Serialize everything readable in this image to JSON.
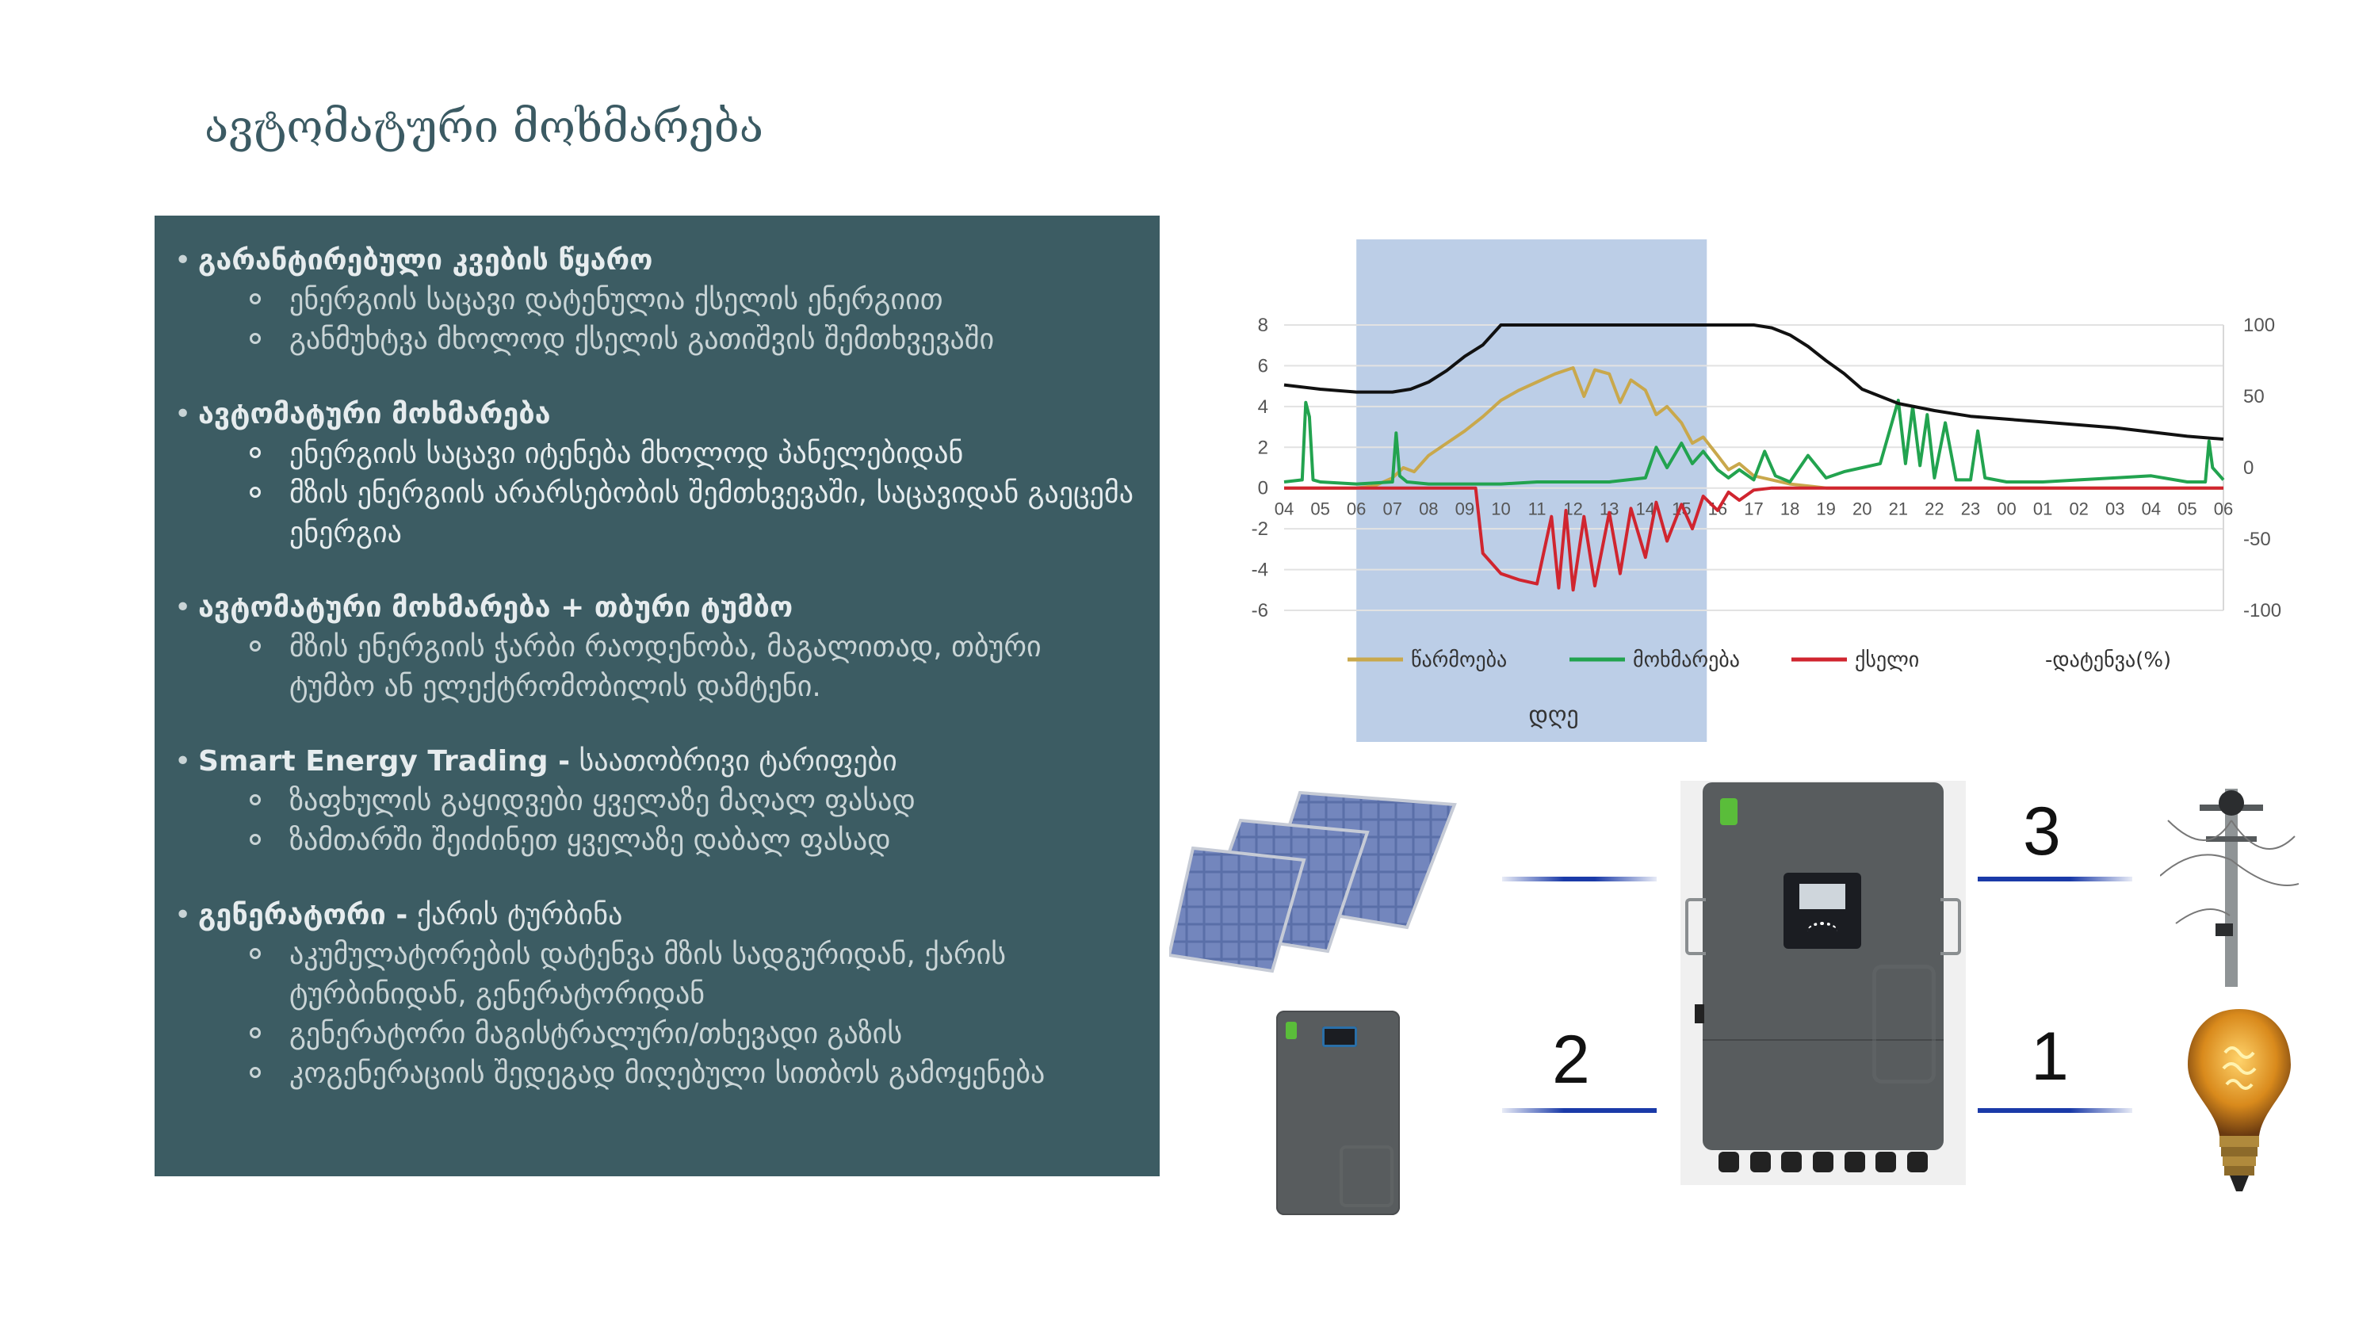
{
  "slide": {
    "title": "ავტომატური მოხმარება"
  },
  "panel": {
    "sections": [
      {
        "heading": "გარანტირებული კვების წყარო",
        "heading_rest": "",
        "items": [
          "ენერგიის საცავი დატენულია ქსელის ენერგიით",
          "განმუხტვა მხოლოდ ქსელის გათიშვის შემთხვევაში"
        ]
      },
      {
        "heading": "ავტომატური მოხმარება",
        "heading_rest": "",
        "items": [
          "ენერგიის საცავი იტენება მხოლოდ პანელებიდან",
          "მზის ენერგიის არარსებობის შემთხვევაში, საცავიდან გაეცემა ენერგია"
        ]
      },
      {
        "heading": "ავტომატური მოხმარება + თბური ტუმბო",
        "heading_rest": "",
        "items": [
          "მზის ენერგიის ჭარბი რაოდენობა, მაგალითად, თბური ტუმბო ან ელექტრომობილის დამტენი."
        ]
      },
      {
        "heading": "Smart Energy Trading -",
        "heading_rest": " საათობრივი ტარიფები",
        "items": [
          "ზაფხულის გაყიდვები ყველაზე მაღალ ფასად",
          "ზამთარში შეიძინეთ ყველაზე დაბალ ფასად"
        ]
      },
      {
        "heading": "გენერატორი -",
        "heading_rest": " ქარის ტურბინა",
        "items": [
          "აკუმულატორების დატენვა მზის სადგურიდან, ქარის ტურბინიდან, გენერატორიდან",
          "გენერატორი მაგისტრალური/თხევადი გაზის",
          "კოგენერაციის შედეგად მიღებული სითბოს გამოყენება"
        ]
      }
    ]
  },
  "diagram": {
    "labels": [
      "3",
      "2",
      "1"
    ],
    "icons": [
      "solar-panels-icon",
      "battery-icon",
      "inverter-icon",
      "power-pole-icon",
      "light-bulb-icon"
    ],
    "wire_color": "#1a3aa8"
  },
  "chart_data": {
    "type": "line",
    "x_ticks": [
      "04",
      "05",
      "06",
      "07",
      "08",
      "09",
      "10",
      "11",
      "12",
      "13",
      "14",
      "15",
      "16",
      "17",
      "18",
      "19",
      "20",
      "21",
      "22",
      "23",
      "00",
      "01",
      "02",
      "03",
      "04",
      "05",
      "06"
    ],
    "y_left_ticks": [
      "8",
      "6",
      "4",
      "2",
      "0",
      "-2",
      "-4",
      "-6"
    ],
    "y_right_ticks": [
      "100",
      "50",
      "0",
      "-50",
      "-100"
    ],
    "ylim_left": [
      -6,
      8
    ],
    "ylim_right": [
      -100,
      100
    ],
    "xlabel": "დღე",
    "highlight_range": [
      6,
      15.7
    ],
    "highlight_color": "#b8cbe6",
    "legend_position": "bottom",
    "series": [
      {
        "name": "წარმოება",
        "axis": "left",
        "color": "#c9a84c",
        "x": [
          4,
          5,
          6,
          6.5,
          7,
          7.3,
          7.6,
          8,
          8.5,
          9,
          9.5,
          10,
          10.5,
          11,
          11.5,
          12,
          12.3,
          12.6,
          13,
          13.3,
          13.6,
          14,
          14.3,
          14.6,
          15,
          15.3,
          15.6,
          16,
          16.3,
          16.6,
          17,
          17.5,
          18,
          18.5,
          19,
          30
        ],
        "y": [
          0,
          0,
          0,
          0.1,
          0.5,
          1.0,
          0.8,
          1.6,
          2.2,
          2.8,
          3.5,
          4.3,
          4.8,
          5.2,
          5.6,
          5.9,
          4.5,
          5.8,
          5.6,
          4.2,
          5.3,
          4.8,
          3.6,
          4.0,
          3.2,
          2.2,
          2.5,
          1.6,
          0.9,
          1.2,
          0.6,
          0.4,
          0.2,
          0.1,
          0,
          0
        ]
      },
      {
        "name": "მოხმარება",
        "axis": "left",
        "color": "#22a34f",
        "x": [
          4,
          4.5,
          4.6,
          4.7,
          4.8,
          5,
          6,
          7,
          7.1,
          7.2,
          7.4,
          8,
          9,
          10,
          11,
          12,
          13,
          14,
          14.3,
          14.6,
          15,
          15.3,
          15.6,
          16,
          16.3,
          16.6,
          17,
          17.3,
          17.6,
          18,
          18.5,
          19,
          19.5,
          20,
          20.5,
          21,
          21.2,
          21.4,
          21.6,
          21.8,
          22,
          22.3,
          22.6,
          23,
          23.2,
          23.4,
          24,
          25,
          26,
          27,
          28,
          29,
          29.5,
          29.6,
          29.7,
          30
        ],
        "y": [
          0.3,
          0.4,
          4.2,
          3.5,
          0.4,
          0.3,
          0.2,
          0.3,
          2.7,
          0.6,
          0.3,
          0.2,
          0.2,
          0.2,
          0.3,
          0.3,
          0.3,
          0.5,
          2.0,
          1.0,
          2.2,
          1.2,
          1.8,
          0.9,
          0.5,
          0.9,
          0.4,
          1.8,
          0.6,
          0.3,
          1.6,
          0.5,
          0.8,
          1.0,
          1.2,
          4.3,
          1.2,
          4.0,
          1.1,
          3.6,
          0.5,
          3.2,
          0.4,
          0.4,
          2.8,
          0.5,
          0.3,
          0.3,
          0.4,
          0.5,
          0.6,
          0.3,
          0.3,
          2.3,
          1.0,
          0.4
        ]
      },
      {
        "name": "ქსელი",
        "axis": "left",
        "color": "#d0252f",
        "x": [
          4,
          9,
          9.3,
          9.5,
          10,
          10.5,
          11,
          11.4,
          11.6,
          11.8,
          12,
          12.3,
          12.6,
          13,
          13.3,
          13.6,
          14,
          14.3,
          14.6,
          15,
          15.3,
          15.6,
          16,
          16.3,
          16.6,
          17,
          17.5,
          18,
          30
        ],
        "y": [
          0,
          0,
          0,
          -3.2,
          -4.2,
          -4.5,
          -4.7,
          -1.4,
          -4.9,
          -1.1,
          -5.0,
          -1.4,
          -4.8,
          -1.2,
          -4.2,
          -1.0,
          -3.4,
          -0.7,
          -2.6,
          -0.8,
          -2.0,
          -0.4,
          -1.1,
          -0.2,
          -0.6,
          -0.1,
          0,
          0,
          0
        ]
      },
      {
        "name": "-დატენვა(%)",
        "axis": "right",
        "color": "#111111",
        "x": [
          4,
          5,
          6,
          7,
          7.5,
          8,
          8.5,
          9,
          9.5,
          10,
          13,
          17,
          17.5,
          18,
          18.5,
          19,
          19.5,
          20,
          21,
          22,
          23,
          24,
          25,
          26,
          27,
          28,
          29,
          30
        ],
        "y": [
          58,
          55,
          53,
          53,
          55,
          60,
          68,
          78,
          86,
          100,
          100,
          100,
          98,
          93,
          85,
          75,
          66,
          55,
          45,
          40,
          36,
          34,
          32,
          30,
          28,
          25,
          22,
          20
        ]
      }
    ]
  }
}
